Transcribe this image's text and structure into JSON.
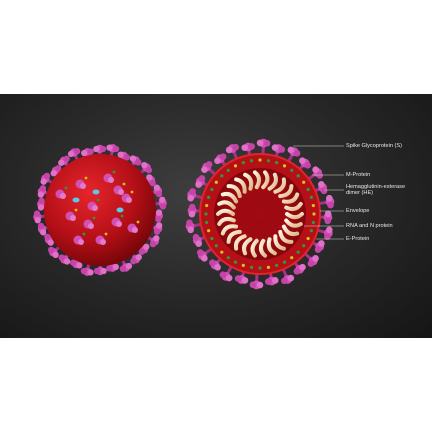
{
  "labels": {
    "spike": "Spike Glycoprotein (S)",
    "m_protein": "M-Protein",
    "he_line1": "Hemagglutinin-esterase",
    "he_line2": "dimer (HE)",
    "envelope": "Envelope",
    "rna": "RNA and N protein",
    "e_protein": "E-Protein"
  },
  "colors": {
    "background": "#262626",
    "envelope_red": "#c8141e",
    "spike_pink": "#d24fb4",
    "green_protein": "#2e9b3a",
    "yellow_protein": "#d8c21a",
    "he_cyan": "#5cc7e6",
    "rna_cream": "#f1d9b9"
  }
}
